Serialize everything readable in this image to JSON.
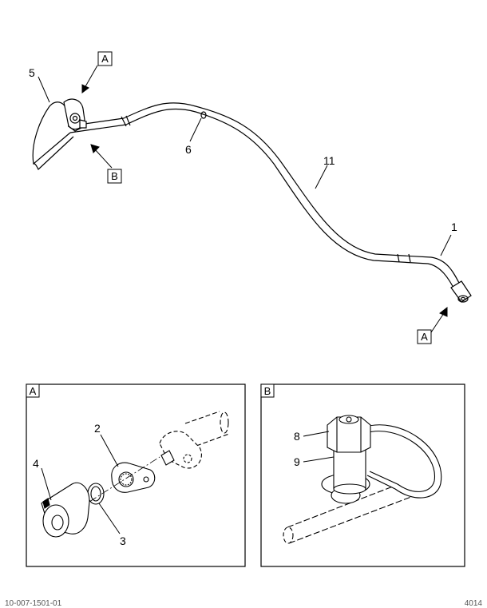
{
  "main_view": {
    "callouts": {
      "c1": "1",
      "c5": "5",
      "c6": "6",
      "c11": "11",
      "ref_a_top": "A",
      "ref_b": "B",
      "ref_a_bottom": "A"
    }
  },
  "detail_a": {
    "tag": "A",
    "callouts": {
      "c2": "2",
      "c3": "3",
      "c4": "4"
    }
  },
  "detail_b": {
    "tag": "B",
    "callouts": {
      "c8": "8",
      "c9": "9"
    }
  },
  "footer": {
    "left": "10-007-1501-01",
    "right": "4014"
  }
}
